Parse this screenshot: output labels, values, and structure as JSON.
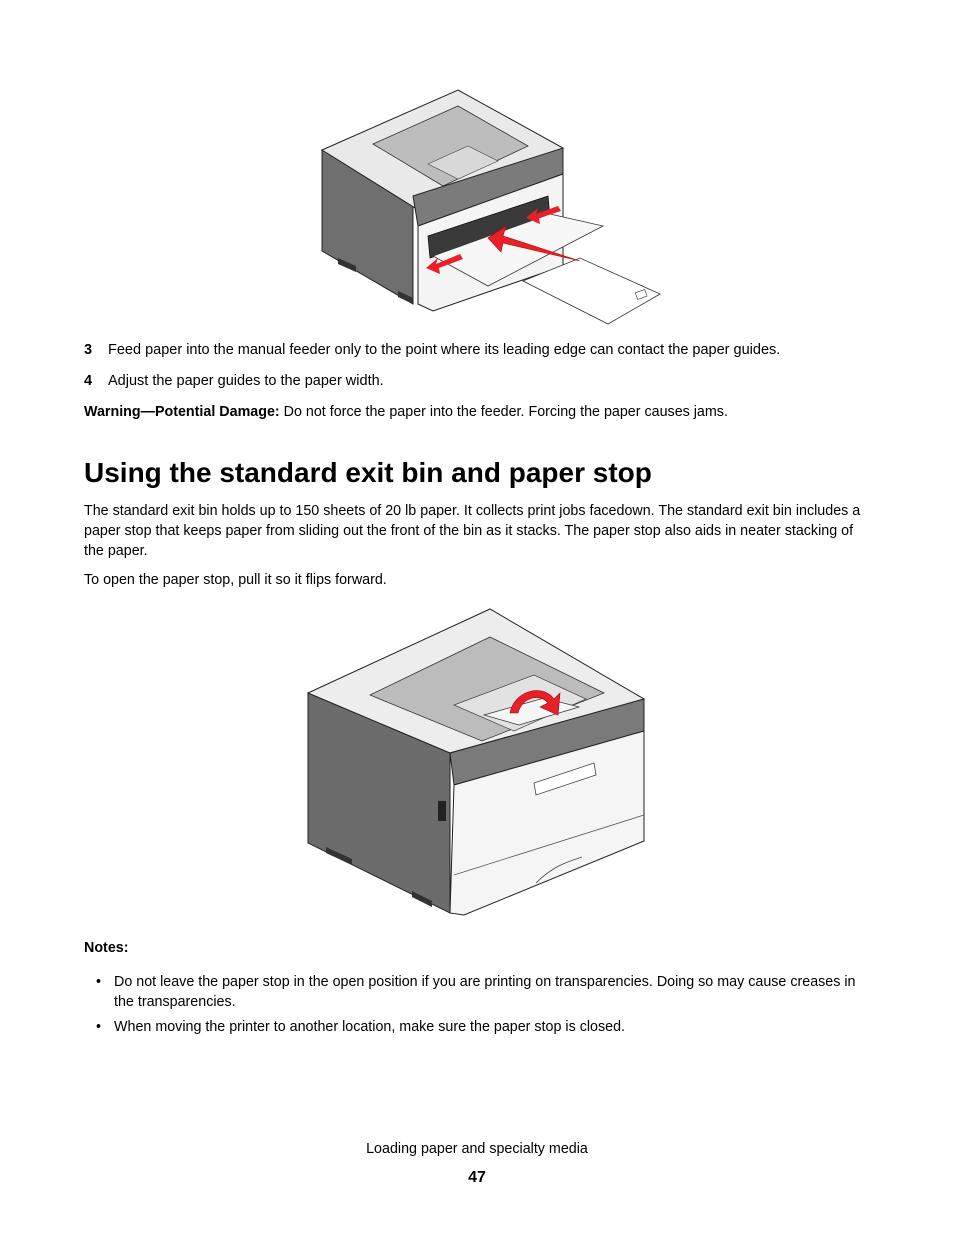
{
  "steps": [
    {
      "num": "3",
      "text": "Feed paper into the manual feeder only to the point where its leading edge can contact the paper guides."
    },
    {
      "num": "4",
      "text": "Adjust the paper guides to the paper width."
    }
  ],
  "warning": {
    "label": "Warning—Potential Damage:",
    "text": " Do not force the paper into the feeder. Forcing the paper causes jams."
  },
  "heading": "Using the standard exit bin and paper stop",
  "paragraphs": [
    "The standard exit bin holds up to 150 sheets of 20 lb paper. It collects print jobs facedown. The standard exit bin includes a paper stop that keeps paper from sliding out the front of the bin as it stacks. The paper stop also aids in neater stacking of the paper.",
    "To open the paper stop, pull it so it flips forward."
  ],
  "notes": {
    "title": "Notes:",
    "items": [
      "Do not leave the paper stop in the open position if you are printing on transparencies. Doing so may cause creases in the transparencies.",
      "When moving the printer to another location, make sure the paper stop is closed."
    ]
  },
  "footer": {
    "section": "Loading paper and specialty media",
    "page": "47"
  },
  "colors": {
    "arrow": "#e8202a",
    "printer_dark": "#6e6e6e",
    "printer_light": "#f2f2f2"
  }
}
